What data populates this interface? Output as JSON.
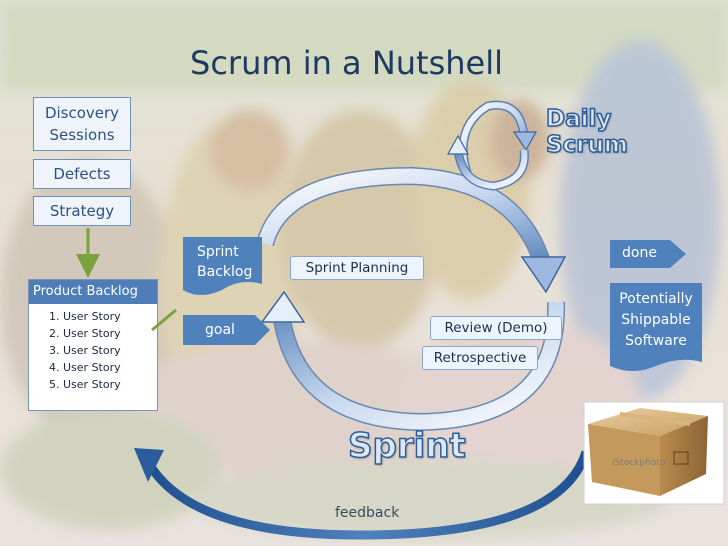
{
  "title": "Scrum in a Nutshell",
  "inputs": {
    "discovery": "Discovery Sessions",
    "defects": "Defects",
    "strategy": "Strategy"
  },
  "product_backlog": {
    "header": "Product Backlog",
    "items": [
      "User Story",
      "User Story",
      "User Story",
      "User Story",
      "User Story"
    ]
  },
  "sprint_backlog": "Sprint Backlog",
  "goal": "goal",
  "cycle": {
    "planning": "Sprint Planning",
    "review": "Review (Demo)",
    "retro": "Retrospective"
  },
  "daily_scrum": {
    "line1": "Daily",
    "line2": "Scrum"
  },
  "sprint": "Sprint",
  "done": "done",
  "potentially_shippable": "Potentially Shippable Software",
  "feedback": "feedback",
  "watermark": "iStockphoto",
  "colors": {
    "accent": "#4f81bd",
    "title": "#1f3a60",
    "arrow": "#2e5d95"
  }
}
